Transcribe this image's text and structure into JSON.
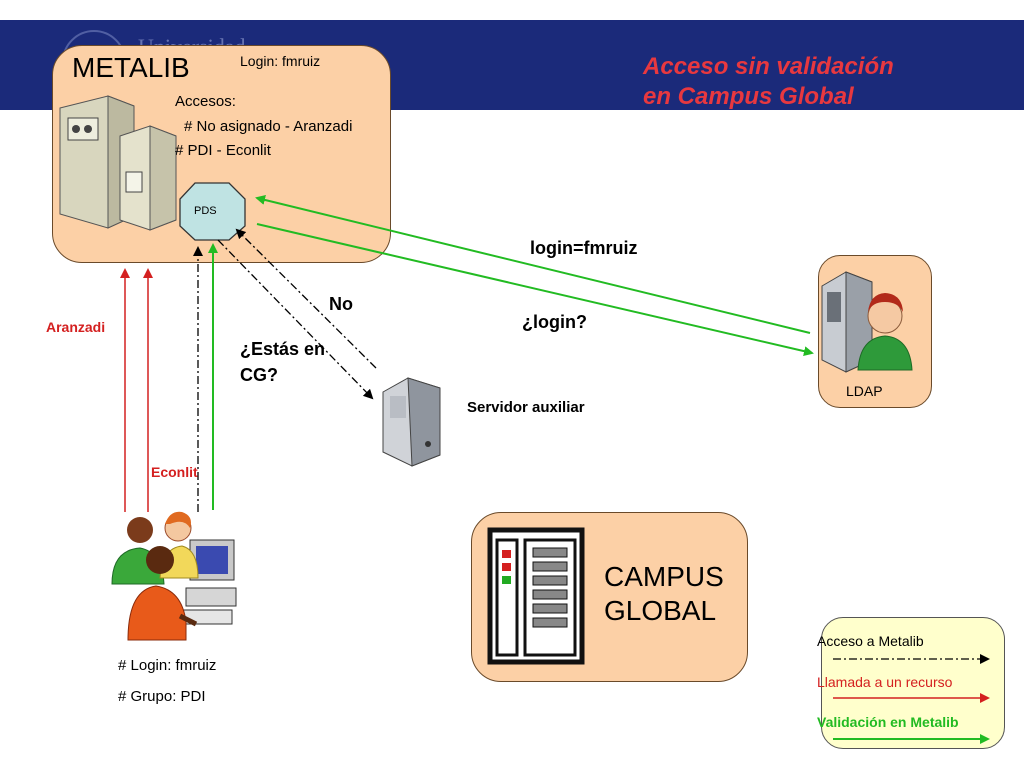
{
  "title": {
    "line1": "Acceso sin validación",
    "line2": "en Campus Global"
  },
  "colors": {
    "banner": "#1b2a7a",
    "box": "#fcd0a6",
    "red": "#d42020",
    "green": "#22bb22",
    "legend_bg": "#ffffcc",
    "title": "#e8383f"
  },
  "metalib": {
    "name": "METALIB",
    "login": "Login: fmruiz",
    "accesos_label": "Accesos:",
    "access_items": [
      "# No asignado - Aranzadi",
      "# PDI - Econlit"
    ],
    "pds": "PDS"
  },
  "ldap": {
    "label": "LDAP"
  },
  "campus_global": {
    "label": "CAMPUS GLOBAL"
  },
  "server_aux": {
    "label": "Servidor auxiliar"
  },
  "arrows": {
    "login_response": "login=fmruiz",
    "login_query": "¿login?",
    "no": "No",
    "estas_en_cg": "¿Estás en CG?",
    "aranzadi": "Aranzadi",
    "econlit": "Econlit"
  },
  "user": {
    "login": "# Login:  fmruiz",
    "group": "# Grupo: PDI"
  },
  "legend": {
    "items": [
      "Acceso a Metalib",
      "Llamada a un recurso",
      "Validación en Metalib"
    ]
  }
}
